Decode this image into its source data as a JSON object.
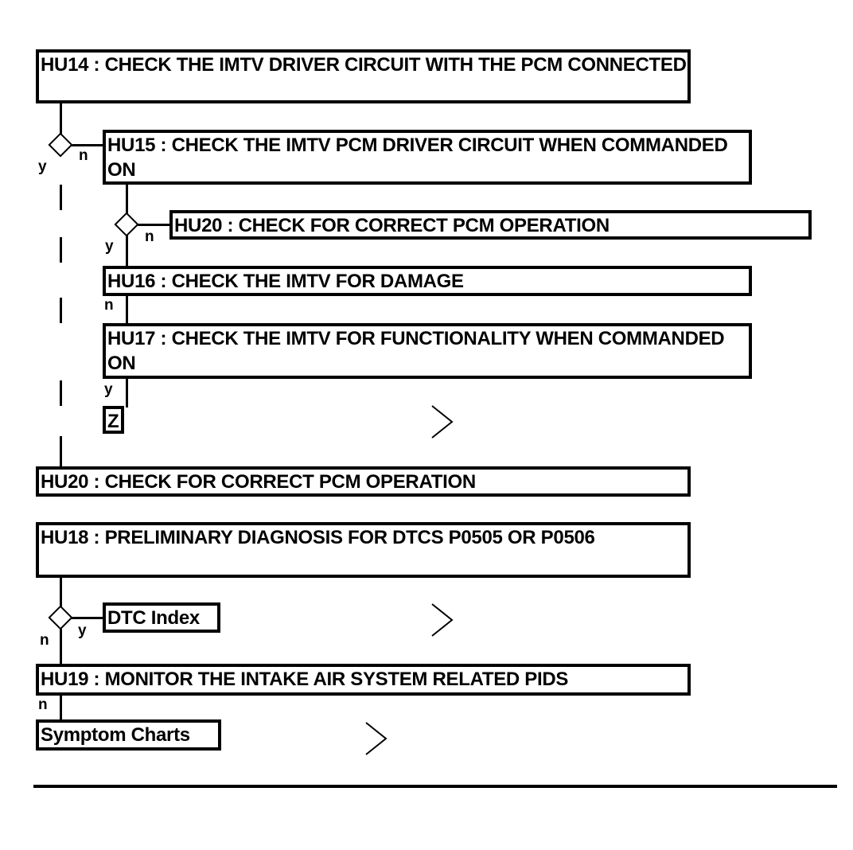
{
  "steps": {
    "hu14": "HU14 : CHECK THE IMTV DRIVER CIRCUIT WITH THE PCM CONNECTED",
    "hu15": "HU15 : CHECK THE IMTV PCM DRIVER CIRCUIT WHEN COMMANDED ON",
    "hu20_inner": "HU20 : CHECK FOR CORRECT PCM OPERATION",
    "hu16": "HU16 : CHECK THE IMTV FOR DAMAGE",
    "hu17": "HU17 : CHECK THE IMTV FOR FUNCTIONALITY WHEN COMMANDED ON",
    "z": "Z",
    "hu20_outer": "HU20 : CHECK FOR CORRECT PCM OPERATION",
    "hu18": "HU18 : PRELIMINARY DIAGNOSIS FOR DTCS P0505 OR P0506",
    "dtc_index": "DTC Index",
    "hu19": "HU19 : MONITOR THE INTAKE AIR SYSTEM RELATED PIDS",
    "symptom_charts": "Symptom Charts"
  },
  "branch_labels": {
    "yes": "y",
    "no": "n"
  },
  "icons": {
    "decision": "diamond-icon",
    "jump": "chevron-right-icon"
  }
}
